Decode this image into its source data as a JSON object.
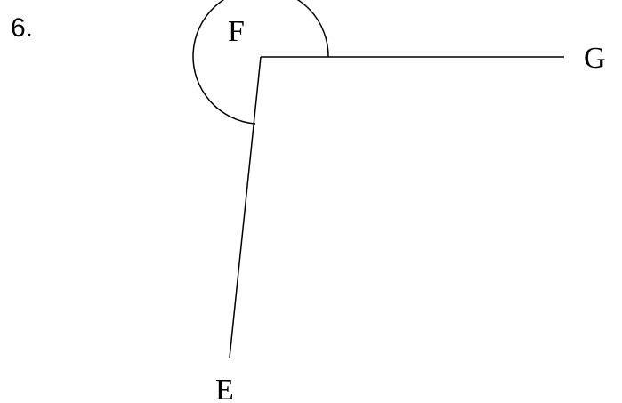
{
  "problem_number": "6.",
  "vertex_labels": {
    "vertex": "F",
    "ray_end_right": "G",
    "ray_end_bottom": "E"
  },
  "colors": {
    "ink": "#000000",
    "background": "#ffffff"
  }
}
